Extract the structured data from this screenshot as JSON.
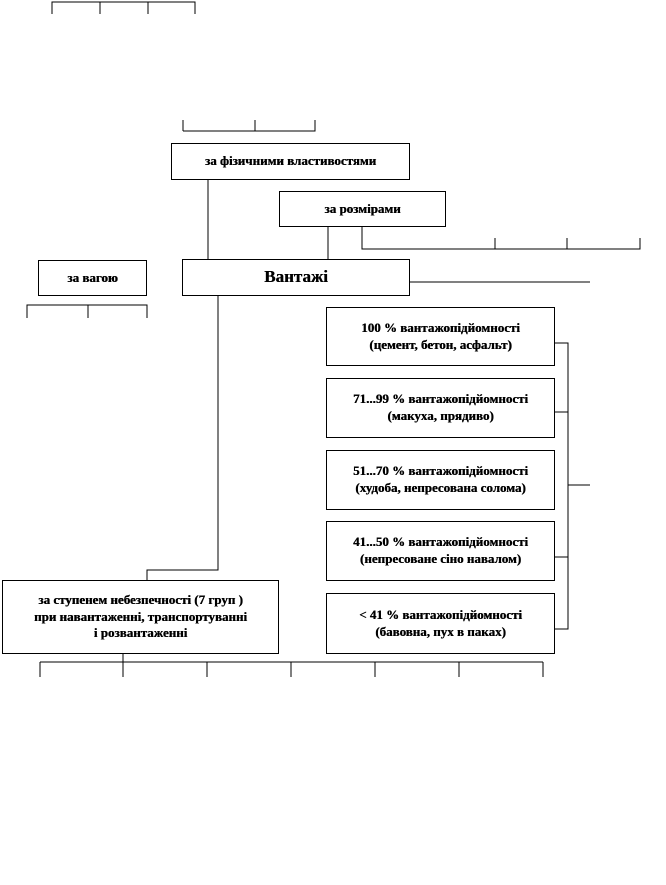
{
  "diagram": {
    "center": {
      "label": "Вантажі"
    },
    "physical": {
      "label": "за фізичними властивостями"
    },
    "size": {
      "label": "за розмірами"
    },
    "weight": {
      "label": "за вагою"
    },
    "danger": {
      "line1": "за ступенем небезпечності (7 груп )",
      "line2": "при навантаженні, транспортуванні",
      "line3": "і розвантаженні"
    },
    "capacity": [
      {
        "line1": "100 % вантажопідйомності",
        "line2": "(цемент, бетон, асфальт)"
      },
      {
        "line1": "71...99 % вантажопідйомності",
        "line2": "(макуха,  прядиво)"
      },
      {
        "line1": "51...70 % вантажопідйомності",
        "line2": "(худоба,  непресована солома)"
      },
      {
        "line1": "41...50 % вантажопідйомності",
        "line2": "(непресоване сіно навалом)"
      },
      {
        "line1": "< 41 % вантажопідйомності",
        "line2": "(бавовна, пух в паках)"
      }
    ]
  }
}
